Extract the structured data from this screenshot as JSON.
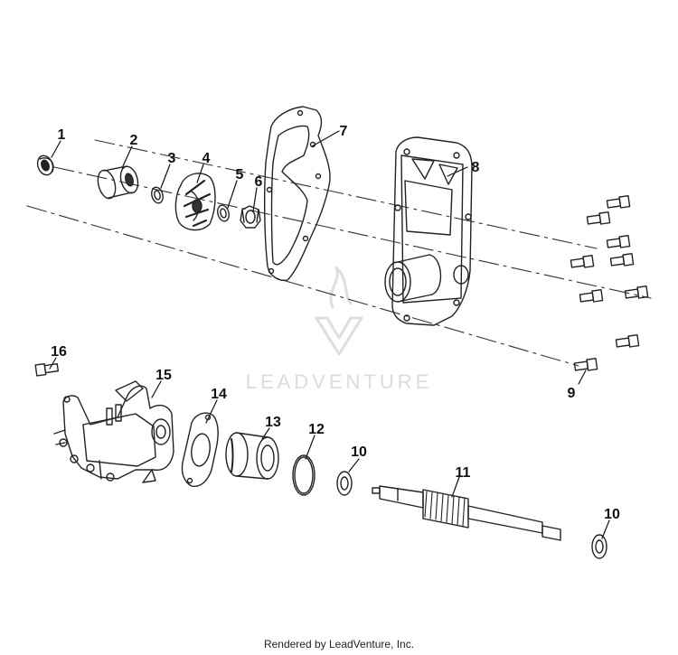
{
  "watermark": {
    "text": "LEADVENTURE"
  },
  "footer": {
    "text": "Rendered by LeadVenture, Inc."
  },
  "callouts": [
    "1",
    "2",
    "3",
    "4",
    "5",
    "6",
    "7",
    "8",
    "9",
    "10",
    "11",
    "12",
    "13",
    "14",
    "15",
    "16",
    "10"
  ]
}
